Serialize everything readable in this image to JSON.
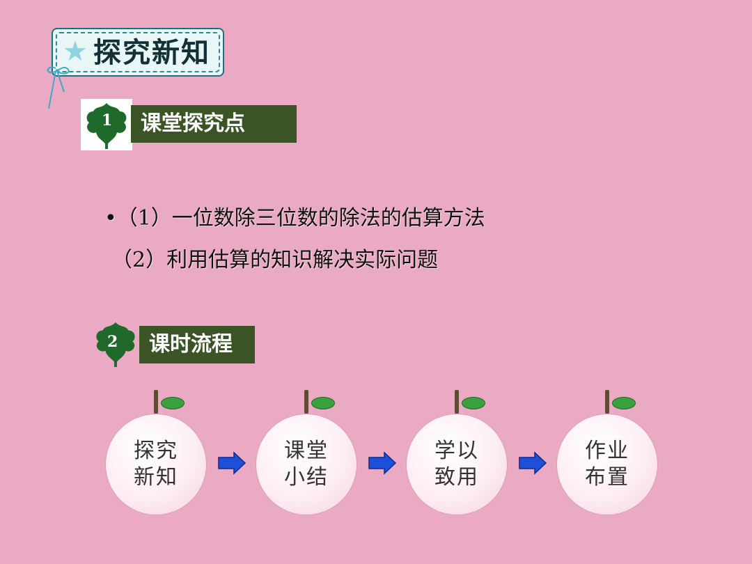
{
  "banner": {
    "title": "探究新知"
  },
  "section1": {
    "number": "1",
    "label": "课堂探究点"
  },
  "points": [
    "•（1）一位数除三位数的除法的估算方法",
    "（2）利用估算的知识解决实际问题"
  ],
  "section2": {
    "number": "2",
    "label": "课时流程"
  },
  "flow": [
    {
      "line1": "探究",
      "line2": "新知"
    },
    {
      "line1": "课堂",
      "line2": "小结"
    },
    {
      "line1": "学以",
      "line2": "致用"
    },
    {
      "line1": "作业",
      "line2": "布置"
    }
  ],
  "colors": {
    "background": "#eaaac4",
    "section_label_bg": "#3a5425",
    "leaf_green": "#1f6a2a",
    "arrow_blue": "#1e4fd8"
  }
}
